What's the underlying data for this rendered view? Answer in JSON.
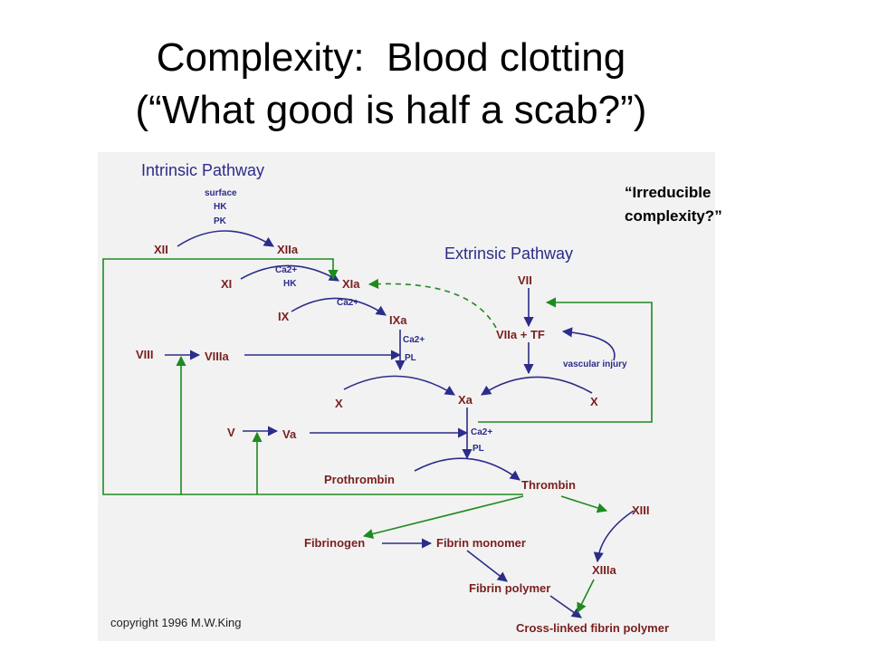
{
  "slide": {
    "title_line1": "Complexity:  Blood clotting",
    "title_line2": "(“What good is half a scab?”)",
    "note_line1": "“Irreducible",
    "note_line2": "complexity?”"
  },
  "diagram": {
    "intrinsic_label": "Intrinsic Pathway",
    "extrinsic_label": "Extrinsic Pathway",
    "cofactor_surface": "surface",
    "cofactor_hk1": "HK",
    "cofactor_pk": "PK",
    "cofactor_ca1": "Ca2+",
    "cofactor_hk2": "HK",
    "cofactor_ca2": "Ca2+",
    "cofactor_ca3": "Ca2+",
    "cofactor_pl1": "PL",
    "cofactor_ca4": "Ca2+",
    "cofactor_pl2": "PL",
    "vascular_injury": "vascular injury",
    "factors": {
      "xii": "XII",
      "xiia": "XIIa",
      "xi": "XI",
      "xia": "XIa",
      "ix": "IX",
      "ixa": "IXa",
      "viii": "VIII",
      "viiia": "VIIIa",
      "x_left": "X",
      "xa": "Xa",
      "x_right": "X",
      "v": "V",
      "va": "Va",
      "vii": "VII",
      "viia_tf": "VIIa + TF",
      "prothrombin": "Prothrombin",
      "thrombin": "Thrombin",
      "xiii": "XIII",
      "xiiia": "XIIIa",
      "fibrinogen": "Fibrinogen",
      "fibrin_monomer": "Fibrin monomer",
      "fibrin_polymer": "Fibrin polymer",
      "crosslinked": "Cross-linked fibrin polymer"
    },
    "copyright": "copyright 1996 M.W.King",
    "colors": {
      "navy": "#2c2c8a",
      "green": "#1f8a1f",
      "maroon": "#7a1f1f",
      "background": "#f2f2f2"
    }
  }
}
